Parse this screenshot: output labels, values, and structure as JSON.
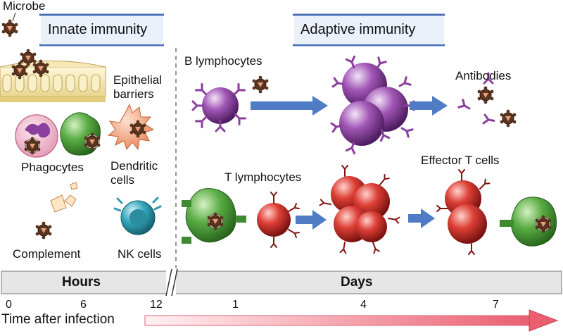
{
  "headers": {
    "innate": "Innate immunity",
    "adaptive": "Adaptive immunity"
  },
  "labels": {
    "microbe": "Microbe",
    "epithelial_line1": "Epithelial",
    "epithelial_line2": "barriers",
    "phagocytes": "Phagocytes",
    "dendritic_line1": "Dendritic",
    "dendritic_line2": "cells",
    "complement": "Complement",
    "nk_cells": "NK cells",
    "b_lymphocytes": "B lymphocytes",
    "antibodies": "Antibodies",
    "t_lymphocytes": "T lymphocytes",
    "effector_t_cells": "Effector T cells"
  },
  "timeline": {
    "hours_label": "Hours",
    "days_label": "Days",
    "ticks": [
      "0",
      "6",
      "12",
      "1",
      "4",
      "7"
    ],
    "axis_title": "Time after infection"
  },
  "colors": {
    "header_bar": "#4a6fb5",
    "arrow_blue": "#4f7cc4",
    "b_cell": "#8a3f9e",
    "t_cell": "#d63a34",
    "macrophage": "#4e9b3a",
    "nk_cell": "#2f9bb0",
    "dendritic": "#ef9a72",
    "timeline_band": "#e6e6e6",
    "time_arrow": "#ec6b7a"
  }
}
